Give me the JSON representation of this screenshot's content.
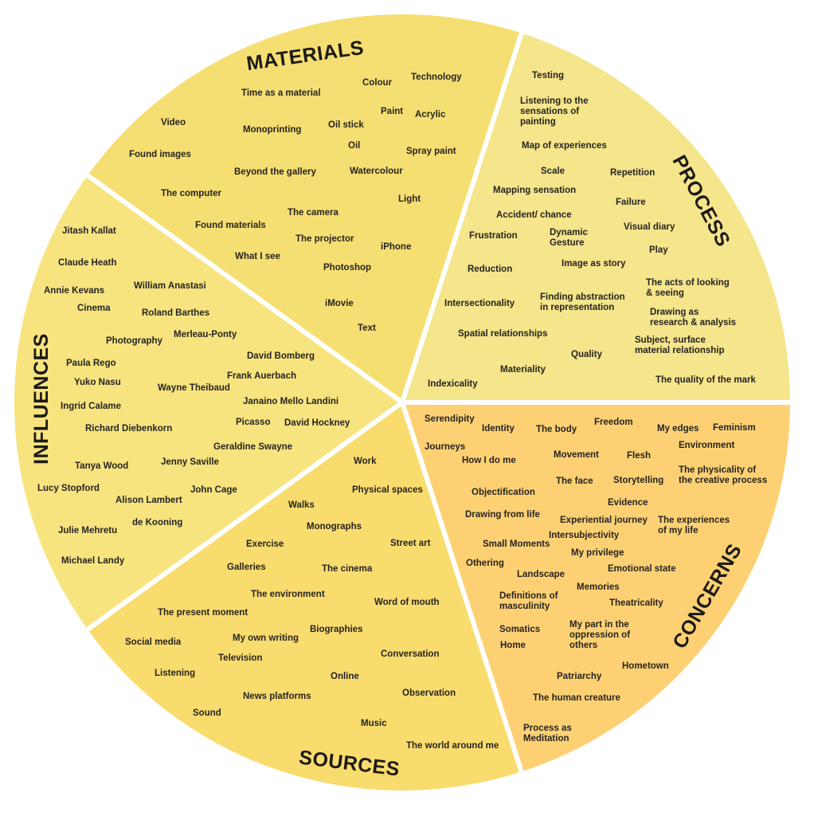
{
  "segments": [
    {
      "id": "process",
      "title": "PROCESS",
      "color": "#f5e58b",
      "items": [
        "Testing",
        "Listening to the\nsensations of\npainting",
        "Map of experiences",
        "Scale",
        "Repetition",
        "Mapping sensation",
        "Failure",
        "Accident/ chance",
        "Visual diary",
        "Frustration",
        "Dynamic\nGesture",
        "Play",
        "Image as story",
        "Reduction",
        "The acts of looking\n& seeing",
        "Intersectionality",
        "Finding abstraction\nin representation",
        "Drawing as\nresearch & analysis",
        "Spatial relationships",
        "Subject, surface\nmaterial relationship",
        "Quality",
        "Materiality",
        "The quality of the mark",
        "Indexicality"
      ]
    },
    {
      "id": "concerns",
      "title": "CONCERNS",
      "color": "#fdd173",
      "items": [
        "Serendipity",
        "Identity",
        "The body",
        "Freedom",
        "My edges",
        "Feminism",
        "Journeys",
        "Environment",
        "How I do me",
        "Movement",
        "Flesh",
        "The physicality of\nthe creative process",
        "The face",
        "Storytelling",
        "Objectification",
        "Evidence",
        "Drawing from life",
        "Experiential journey",
        "The experiences\nof my life",
        "Intersubjectivity",
        "Small Moments",
        "My privilege",
        "Othering",
        "Emotional state",
        "Landscape",
        "Memories",
        "Definitions of\nmasculinity",
        "Theatricality",
        "My part in the\noppression of\nothers",
        "Somatics",
        "Home",
        "Hometown",
        "Patriarchy",
        "The human creature",
        "Process as\nMeditation"
      ]
    },
    {
      "id": "sources",
      "title": "SOURCES",
      "color": "#f9dc6e",
      "items": [
        "Work",
        "Physical spaces",
        "Walks",
        "Monographs",
        "Street art",
        "Exercise",
        "Galleries",
        "The cinema",
        "The environment",
        "Word of mouth",
        "The present moment",
        "Biographies",
        "My own writing",
        "Social media",
        "Conversation",
        "Television",
        "Listening",
        "Online",
        "News platforms",
        "Observation",
        "Sound",
        "Music",
        "The world around me"
      ]
    },
    {
      "id": "influences",
      "title": "INFLUENCES",
      "color": "#f7e47f",
      "items": [
        "Jitash Kallat",
        "Claude Heath",
        "Annie Kevans",
        "William Anastasi",
        "Cinema",
        "Roland Barthes",
        "Merleau-Ponty",
        "Photography",
        "David Bomberg",
        "Paula Rego",
        "Frank Auerbach",
        "Yuko Nasu",
        "Wayne Theibaud",
        "Janaino Mello Landini",
        "Ingrid Calame",
        "Picasso",
        "David Hockney",
        "Richard Diebenkorn",
        "Geraldine Swayne",
        "Jenny Saville",
        "Tanya Wood",
        "Lucy Stopford",
        "John Cage",
        "Alison Lambert",
        "de Kooning",
        "Julie Mehretu",
        "Michael Landy"
      ]
    },
    {
      "id": "materials",
      "title": "MATERIALS",
      "color": "#f6df72",
      "items": [
        "Technology",
        "Colour",
        "Time as a material",
        "Paint",
        "Acrylic",
        "Video",
        "Oil stick",
        "Monoprinting",
        "Oil",
        "Spray paint",
        "Found images",
        "Beyond the gallery",
        "Watercolour",
        "The computer",
        "Light",
        "The camera",
        "Found materials",
        "The projector",
        "iPhone",
        "What I see",
        "Photoshop",
        "iMovie",
        "Text"
      ]
    }
  ]
}
